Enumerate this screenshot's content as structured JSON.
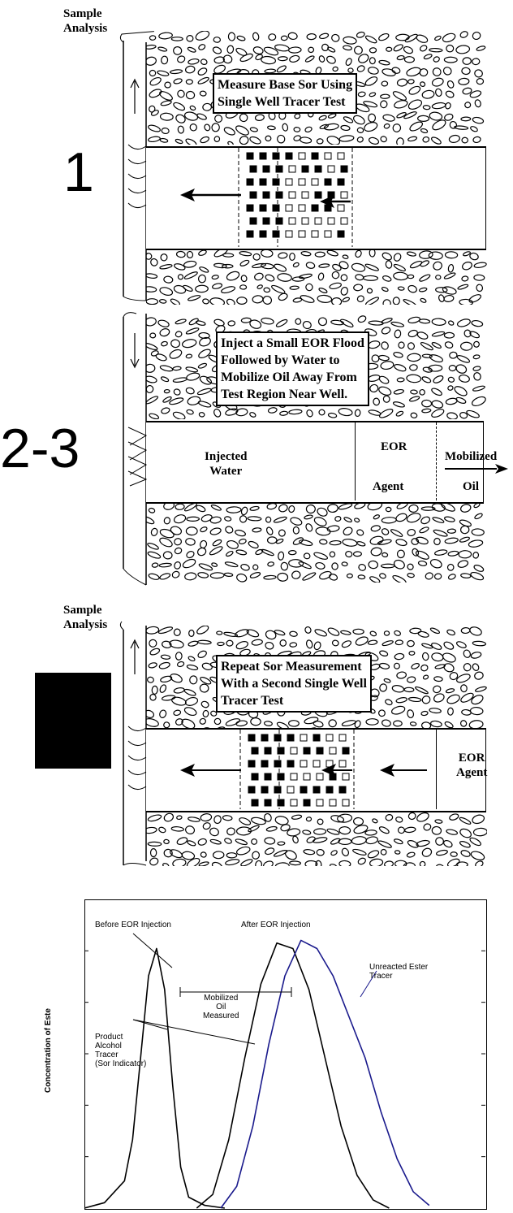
{
  "labels": {
    "sample_analysis_1": "Sample\nAnalysis",
    "sample_analysis_3": "Sample\nAnalysis"
  },
  "steps": {
    "step1": {
      "number": "1",
      "callout": "Measure Base Sor Using\nSingle Well Tracer Test"
    },
    "step23": {
      "number": "2-3",
      "callout": "Inject a Small EOR Flood\nFollowed by Water to\nMobilize Oil Away From\nTest Region Near Well.",
      "injected_water": "Injected\nWater",
      "eor_label": "EOR",
      "agent_label": "Agent",
      "mobilized": "Mobilized",
      "oil": "Oil"
    },
    "step4": {
      "callout": "Repeat Sor Measurement\nWith a Second Single Well\nTracer Test",
      "eor_agent": "EOR\nAgent"
    }
  },
  "chart_data": {
    "type": "line",
    "ylabel": "Concentration of Este",
    "series": [
      {
        "name": "Before EOR Injection",
        "x": [
          0,
          5,
          10,
          12,
          14,
          16,
          18,
          20,
          22,
          24,
          26,
          30,
          35
        ],
        "y": [
          0,
          2,
          10,
          25,
          55,
          85,
          95,
          80,
          45,
          15,
          4,
          1,
          0
        ]
      },
      {
        "name": "After EOR Injection",
        "x": [
          28,
          32,
          36,
          40,
          44,
          48,
          52,
          56,
          60,
          64,
          68,
          72,
          76
        ],
        "y": [
          0,
          5,
          25,
          55,
          82,
          97,
          95,
          80,
          55,
          30,
          12,
          3,
          0
        ]
      },
      {
        "name": "Unreacted Ester Tracer",
        "x": [
          34,
          38,
          42,
          46,
          50,
          54,
          58,
          62,
          66,
          70,
          74,
          78,
          82,
          86
        ],
        "y": [
          0,
          8,
          30,
          60,
          85,
          98,
          95,
          85,
          70,
          55,
          35,
          18,
          6,
          1
        ]
      }
    ],
    "annotations": {
      "before": "Before EOR Injection",
      "after": "After EOR Injection",
      "unreacted": "Unreacted Ester\nTracer",
      "mobilized": "Mobilized\nOil\nMeasured",
      "product": "Product\nAlcohol\nTracer\n(Sor Indicator)"
    },
    "colors": {
      "before": "#000000",
      "after": "#000000",
      "unreacted": "#1a1a8c"
    }
  }
}
